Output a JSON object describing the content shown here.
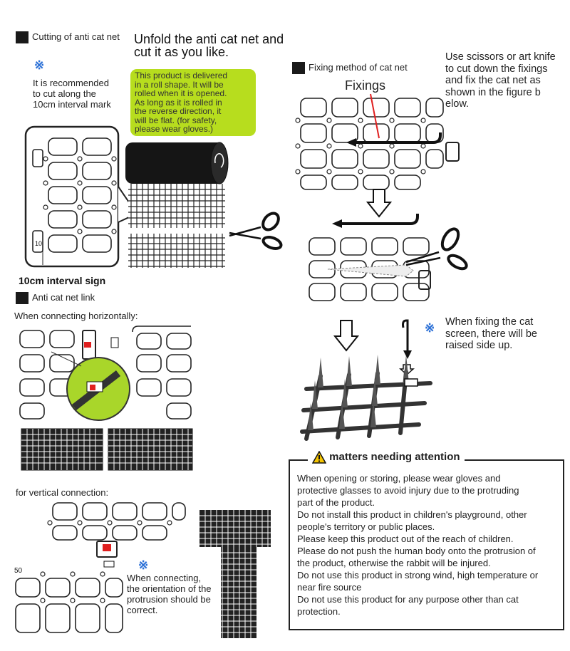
{
  "cutting": {
    "section_title": "Cutting of anti cat net",
    "headline": [
      "Unfold the anti cat net and",
      "cut it as you like."
    ],
    "star": "※",
    "recommend": [
      "It is recommended",
      "to cut along the",
      "10cm interval mark"
    ],
    "bubble": [
      "This product is delivered",
      "in a roll shape. It will be",
      "rolled when it is opened.",
      "As long as it is rolled in",
      "the reverse direction, it",
      "will be flat. (for safety,",
      "please wear gloves.)"
    ],
    "interval_sign": "10cm interval sign",
    "interval_mark": "10"
  },
  "fixing": {
    "section_title": "Fixing method of cat net",
    "fixings_label": "Fixings",
    "instructions": [
      "Use scissors or art knife",
      "to cut down the fixings",
      "and fix the cat net as",
      "shown in the figure b",
      "elow."
    ],
    "star": "※",
    "note": [
      "When fixing the cat",
      "screen, there will be",
      "raised side up."
    ]
  },
  "link": {
    "section_title": "Anti cat net link",
    "horizontal_label": "When connecting horizontally:",
    "vertical_label": "for vertical connection:",
    "star": "※",
    "orientation_note": [
      "When connecting,",
      "the orientation of the",
      "protrusion should be",
      "correct."
    ],
    "corner_mark": "50"
  },
  "attention": {
    "title": "matters needing attention",
    "icon": "warning-triangle-icon",
    "lines": [
      "When opening or storing, please wear gloves and",
      "protective glasses to avoid injury due to the protruding",
      "part of the product.",
      "Do not install this product in children's playground, other",
      "people's territory or public places.",
      "Please keep this product out of the reach of children.",
      "Please do not push the human body onto the protrusion of",
      "the product, otherwise the rabbit will be injured.",
      "Do not use this product in strong wind, high temperature or",
      "near fire source",
      "Do not use this product for any purpose other than cat",
      "protection."
    ]
  },
  "colors": {
    "bubble": "#b7dd1e",
    "star": "#2a6fd6",
    "marker": "#e02020",
    "callout": "#a9d62a"
  }
}
